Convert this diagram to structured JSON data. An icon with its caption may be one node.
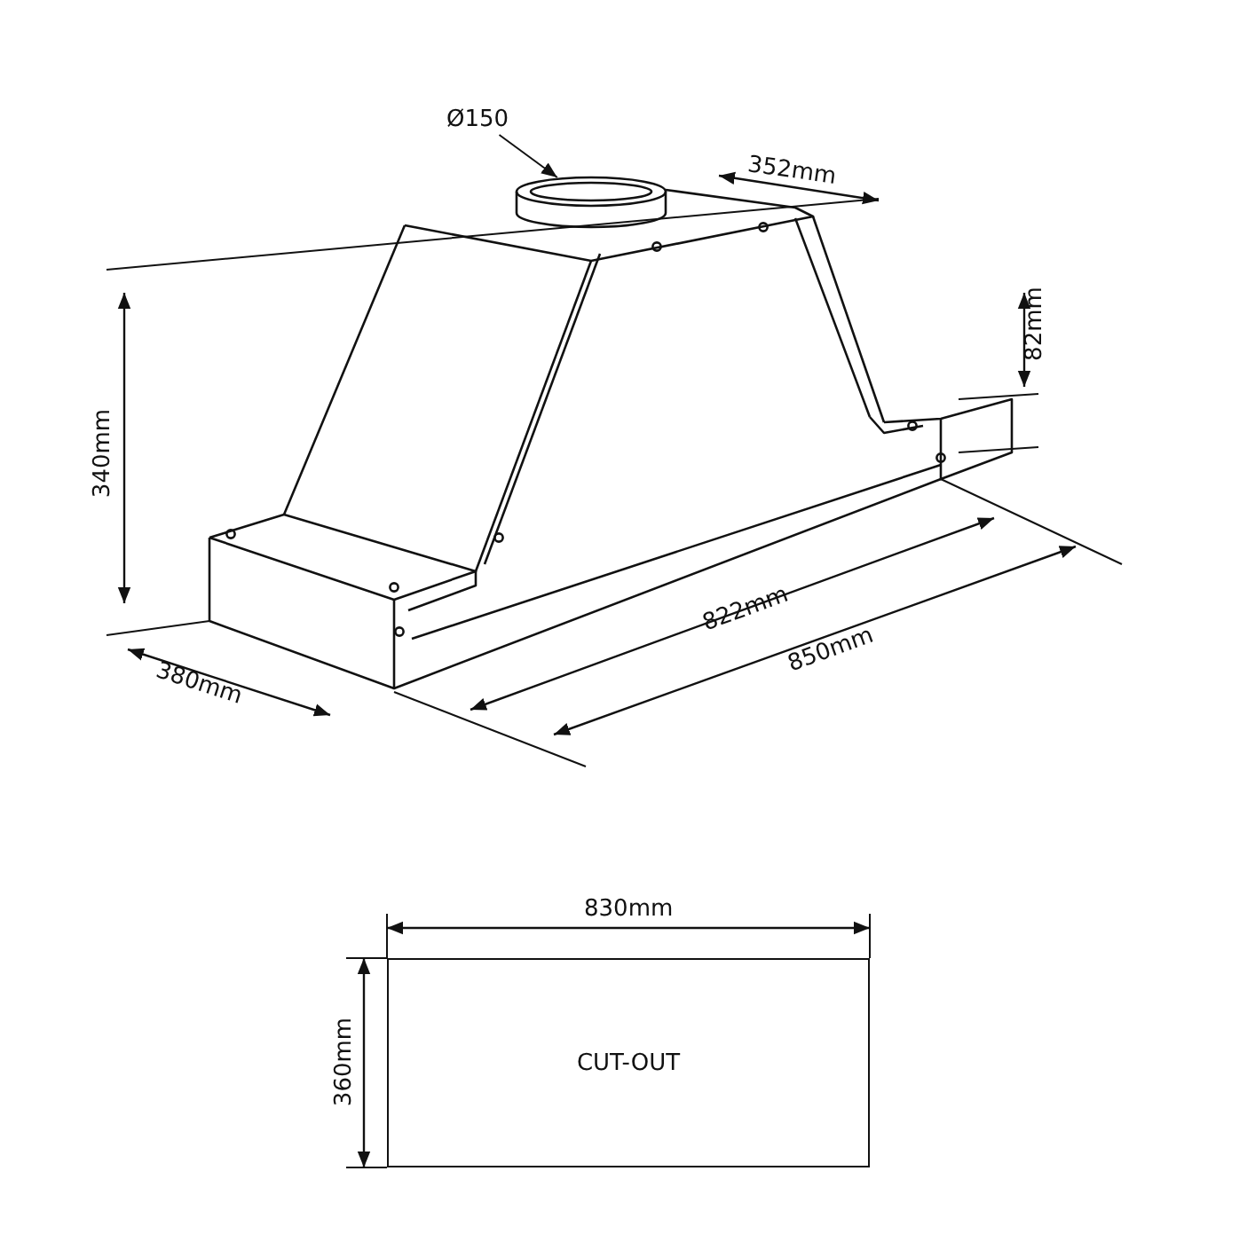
{
  "diagram": {
    "nodes": [
      {
        "text": [
          "Ø150"
        ]
      },
      {
        "text": [],
        "shape": "cylinder"
      },
      {
        "text": [
          "CUT-OUT"
        ]
      }
    ],
    "edges": [
      {
        "from": 0,
        "to": 1,
        "arrow": "to"
      }
    ],
    "labels": [
      "352mm",
      "82mm",
      "340mm",
      "822mm",
      "850mm",
      "380mm",
      "830mm",
      "360mm"
    ]
  }
}
